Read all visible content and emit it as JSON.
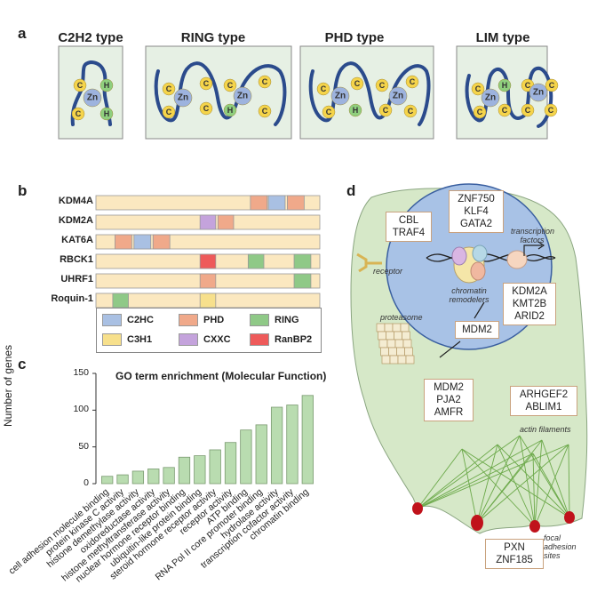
{
  "panels": {
    "a": "a",
    "b": "b",
    "c": "c",
    "d": "d"
  },
  "panel_a": {
    "types": [
      {
        "title": "C2H2 type"
      },
      {
        "title": "RING type"
      },
      {
        "title": "PHD type"
      },
      {
        "title": "LIM type"
      }
    ],
    "zn_label": "Zn",
    "c_label": "C",
    "h_label": "H",
    "colors": {
      "box_bg": "#e6f0e4",
      "backbone": "#2b4b8c",
      "zn": "#9db3de",
      "cys": "#f5d44a",
      "his": "#8fcf7e"
    }
  },
  "panel_b": {
    "proteins": [
      "KDM4A",
      "KDM2A",
      "KAT6A",
      "RBCK1",
      "UHRF1",
      "Roquin-1"
    ],
    "domains_by_protein": [
      [
        "PHD",
        "C2HC",
        "PHD"
      ],
      [
        "CXXC",
        "PHD"
      ],
      [
        "PHD",
        "C2HC",
        "PHD"
      ],
      [
        "RanBP2",
        "RING",
        "RING"
      ],
      [
        "PHD",
        "RING"
      ],
      [
        "RING",
        "C3H1"
      ]
    ],
    "legend": [
      {
        "label": "C2HC",
        "color": "#a9c0e3"
      },
      {
        "label": "PHD",
        "color": "#f0a98a"
      },
      {
        "label": "RING",
        "color": "#8fc987"
      },
      {
        "label": "C3H1",
        "color": "#f7e08c"
      },
      {
        "label": "CXXC",
        "color": "#c4a3dc"
      },
      {
        "label": "RanBP2",
        "color": "#ee5a5a"
      }
    ],
    "bar_color": "#fbe8c0"
  },
  "chart_data": {
    "type": "bar",
    "title": "GO term enrichment  (Molecular Function)",
    "ylabel": "Number of genes",
    "xlabel": "",
    "ylim": [
      0,
      150
    ],
    "yticks": [
      0,
      50,
      100,
      150
    ],
    "categories": [
      "cell adhesion molecule binding",
      "protein kinase C activity",
      "histone demethylase activity",
      "oxidoreductase activity",
      "histone methyltransferase activity",
      "nuclear hormone receptor binding",
      "ubiquitin-like protein binding",
      "steroid hormone receptor activity",
      "receptor activity",
      "ATP binding",
      "RNA Pol II core promoter binding",
      "hydrolase activity",
      "transcription cofactor activity",
      "chromatin binding"
    ],
    "values": [
      10,
      12,
      17,
      20,
      22,
      36,
      38,
      46,
      56,
      73,
      80,
      104,
      107,
      120
    ],
    "bar_color": "#b9dcb0",
    "grid": false,
    "legend": "none"
  },
  "panel_d": {
    "boxes": {
      "cbl": "CBL\nTRAF4",
      "znf": "ZNF750\nKLF4\nGATA2",
      "kdm": "KDM2A\nKMT2B\nARID2",
      "mdm2": "MDM2",
      "mdm2b": "MDM2\nPJA2\nAMFR",
      "arh": "ARHGEF2\nABLIM1",
      "pxn": "PXN\nZNF185"
    },
    "labels": {
      "receptor": "receptor",
      "transcription_factors": "transcription factors",
      "chromatin_remodelers": "chromatin remodelers",
      "proteasome": "proteasome",
      "actin_filaments": "actin filaments",
      "focal_adhesion": "focal adhesion sites"
    },
    "colors": {
      "cell": "#d6e8c8",
      "nucleus": "#a8c2e6",
      "adhesion": "#c0121b",
      "actin": "#6ca94a"
    }
  }
}
